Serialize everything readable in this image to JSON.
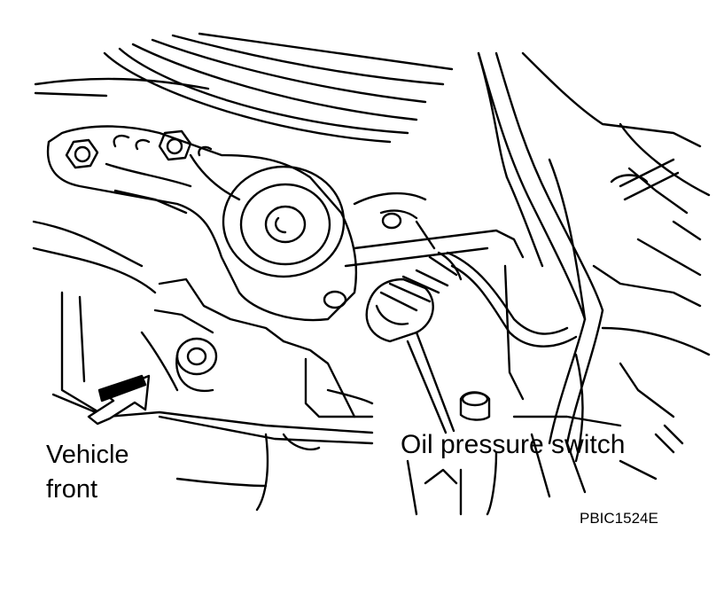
{
  "labels": {
    "vehicle_front_line1": "Vehicle",
    "vehicle_front_line2": "front",
    "oil_pressure_switch": "Oil pressure switch",
    "figure_code": "PBIC1524E"
  },
  "colors": {
    "line": "#000000",
    "background": "#ffffff"
  },
  "icons": {
    "direction_arrow": "arrow-up-right-icon"
  }
}
